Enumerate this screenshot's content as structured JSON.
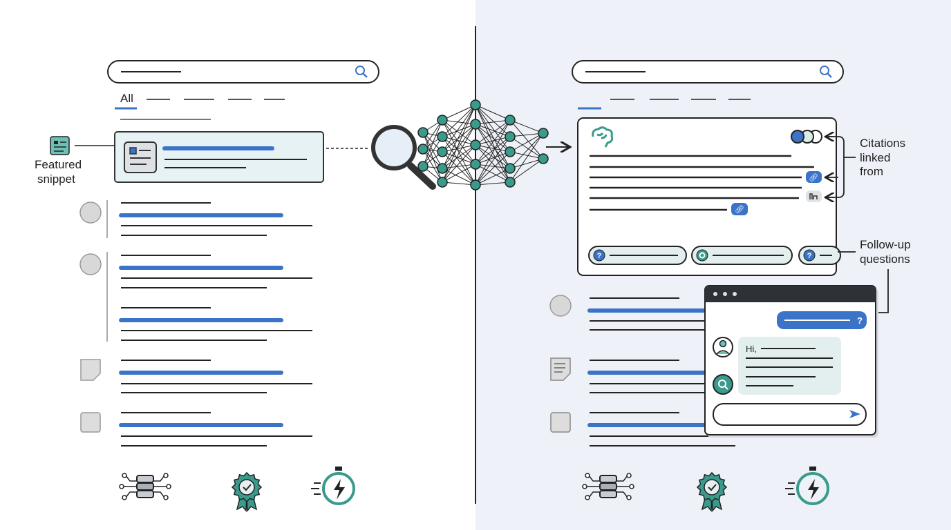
{
  "left": {
    "tabs": {
      "active": "All"
    },
    "callout": {
      "line1": "Featured",
      "line2": "snippet"
    },
    "icons": [
      "search-icon",
      "snippet-icon",
      "database-icon",
      "award-badge-icon",
      "stopwatch-icon"
    ]
  },
  "right": {
    "callouts": {
      "citations": [
        "Citations",
        "linked",
        "from"
      ],
      "followup": [
        "Follow-up",
        "questions"
      ]
    },
    "chat": {
      "greeting": "Hi,",
      "question_mark": "?"
    },
    "icons": [
      "search-icon",
      "brain-icon",
      "link-icon",
      "send-icon",
      "user-icon",
      "database-icon",
      "award-badge-icon",
      "stopwatch-icon"
    ]
  },
  "colors": {
    "accent_blue": "#3b73c8",
    "teal": "#3a9a8c",
    "ink": "#222222",
    "right_bg": "#eef2f8",
    "snippet_bg": "#e6f2f4"
  }
}
